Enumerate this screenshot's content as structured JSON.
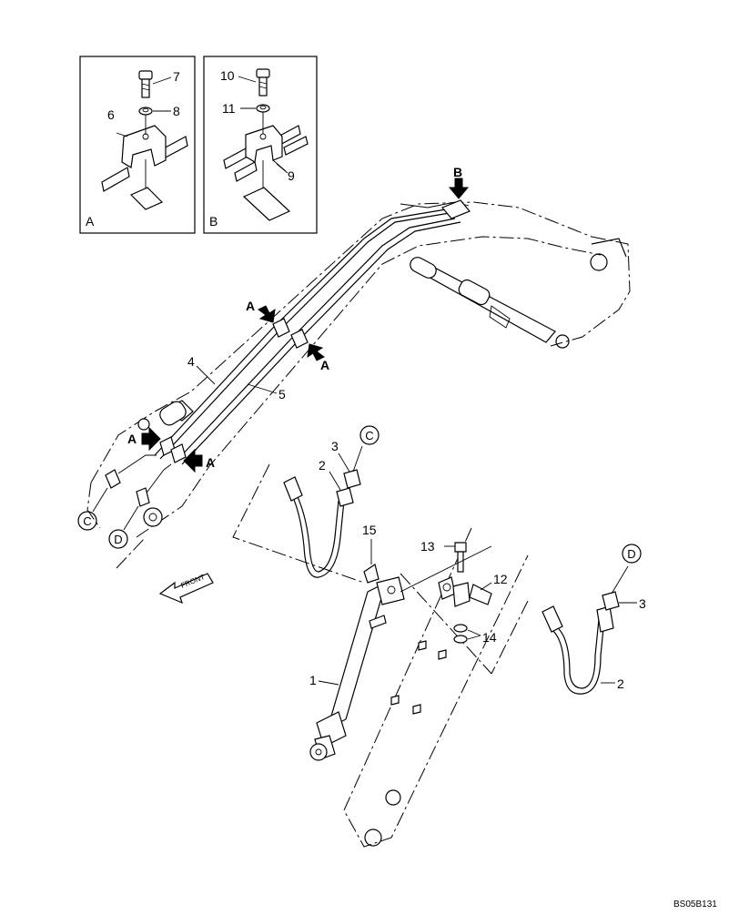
{
  "detail_boxes": [
    {
      "letter": "A",
      "callouts": [
        "7",
        "8",
        "6"
      ]
    },
    {
      "letter": "B",
      "callouts": [
        "10",
        "11",
        "9"
      ]
    }
  ],
  "view_markers": {
    "b_top": "B",
    "a_upper_left": "A",
    "a_upper_right": "A",
    "a_lower_left": "A",
    "a_lower_right": "A"
  },
  "connectors": [
    "C",
    "D",
    "C",
    "D"
  ],
  "callouts": {
    "boom_4": "4",
    "boom_5": "5",
    "hose_left_2": "2",
    "hose_left_3": "3",
    "hose_right_3": "3",
    "hose_right_2": "2",
    "cyl_15": "15",
    "cyl_13": "13",
    "cyl_12": "12",
    "cyl_14": "14",
    "cyl_1": "1"
  },
  "front_label": "FRONT",
  "figure_code": "BS05B131"
}
